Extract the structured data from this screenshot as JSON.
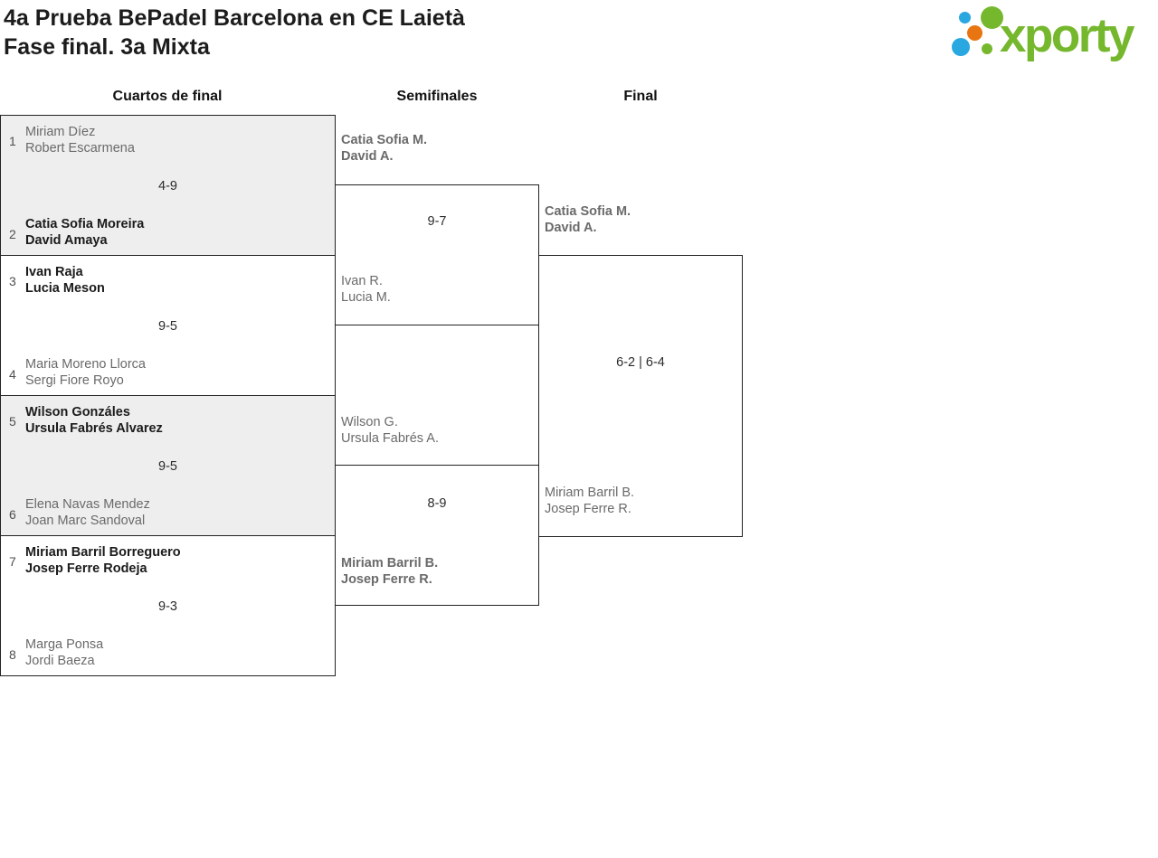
{
  "page": {
    "title_line1": "4a Prueba BePadel Barcelona en CE Laietà",
    "title_line2": "Fase final. 3a Mixta"
  },
  "logo": {
    "text": "xporty",
    "colors": {
      "green": "#76b82d",
      "blue": "#29a7e0",
      "orange": "#e87511"
    }
  },
  "rounds": {
    "quarterfinals": "Cuartos de final",
    "semifinals": "Semifinales",
    "final": "Final"
  },
  "quarterfinals": [
    {
      "seed_top": "1",
      "team_top_line1": "Miriam Díez",
      "team_top_line2": "Robert Escarmena",
      "score": "4-9",
      "seed_bottom": "2",
      "team_bottom_line1": "Catia Sofia Moreira",
      "team_bottom_line2": "David Amaya",
      "winner": "bottom"
    },
    {
      "seed_top": "3",
      "team_top_line1": "Ivan Raja",
      "team_top_line2": "Lucia Meson",
      "score": "9-5",
      "seed_bottom": "4",
      "team_bottom_line1": "Maria Moreno Llorca",
      "team_bottom_line2": "Sergi Fiore Royo",
      "winner": "top"
    },
    {
      "seed_top": "5",
      "team_top_line1": "Wilson Gonzáles",
      "team_top_line2": "Ursula Fabrés Alvarez",
      "score": "9-5",
      "seed_bottom": "6",
      "team_bottom_line1": "Elena Navas Mendez",
      "team_bottom_line2": "Joan Marc Sandoval",
      "winner": "top"
    },
    {
      "seed_top": "7",
      "team_top_line1": "Miriam Barril Borreguero",
      "team_top_line2": "Josep Ferre Rodeja",
      "score": "9-3",
      "seed_bottom": "8",
      "team_bottom_line1": "Marga Ponsa",
      "team_bottom_line2": "Jordi Baeza",
      "winner": "top"
    }
  ],
  "semifinals": [
    {
      "team_top_line1": "Catia Sofia M.",
      "team_top_line2": "David A.",
      "score": "9-7",
      "team_bottom_line1": "Ivan R.",
      "team_bottom_line2": "Lucia M.",
      "winner": "top"
    },
    {
      "team_top_line1": "Wilson G.",
      "team_top_line2": "Ursula Fabrés A.",
      "score": "8-9",
      "team_bottom_line1": "Miriam Barril B.",
      "team_bottom_line2": "Josep Ferre R.",
      "winner": "bottom"
    }
  ],
  "final": {
    "team_top_line1": "Catia Sofia M.",
    "team_top_line2": "David A.",
    "score": "6-2 | 6-4",
    "team_bottom_line1": "Miriam Barril B.",
    "team_bottom_line2": "Josep Ferre R.",
    "winner": "top"
  }
}
